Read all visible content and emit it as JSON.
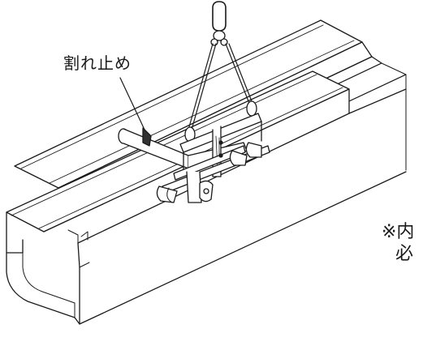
{
  "diagram": {
    "callout_label": "割れ止め",
    "note_line1": "※内",
    "note_line2": "必"
  },
  "colors": {
    "line": "#1a1a1a",
    "background": "#ffffff",
    "shade": "#333333"
  }
}
